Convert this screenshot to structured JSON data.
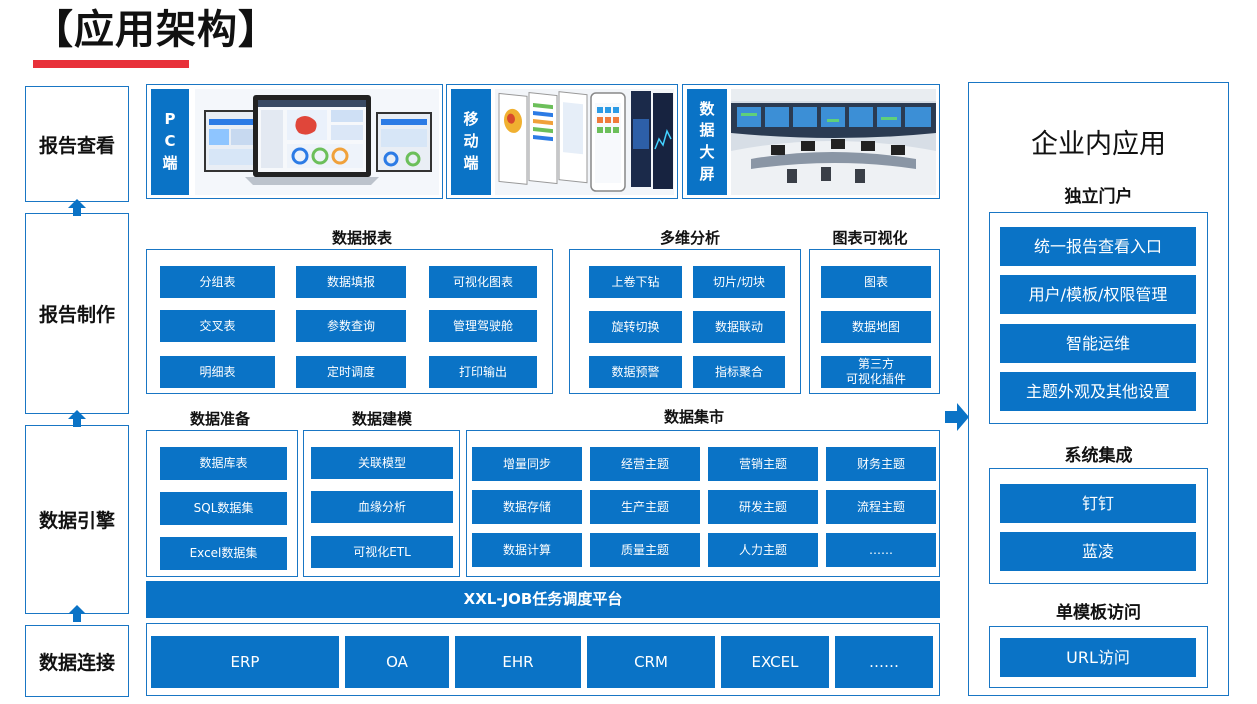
{
  "title": "【应用架构】",
  "layers": [
    "报告查看",
    "报告制作",
    "数据引擎",
    "数据连接"
  ],
  "view": {
    "pc_label": [
      "P",
      "C",
      "端"
    ],
    "mobile_label": [
      "移",
      "动",
      "端"
    ],
    "screen_label": [
      "数",
      "据",
      "大",
      "屏"
    ]
  },
  "report": {
    "tables": {
      "title": "数据报表",
      "items": [
        "分组表",
        "数据填报",
        "可视化图表",
        "交叉表",
        "参数查询",
        "管理驾驶舱",
        "明细表",
        "定时调度",
        "打印输出"
      ]
    },
    "multi": {
      "title": "多维分析",
      "items": [
        "上卷下钻",
        "切片/切块",
        "旋转切换",
        "数据联动",
        "数据预警",
        "指标聚合"
      ]
    },
    "vis": {
      "title": "图表可视化",
      "items": [
        "图表",
        "数据地图",
        "第三方\n可视化插件"
      ]
    }
  },
  "engine": {
    "prep": {
      "title": "数据准备",
      "items": [
        "数据库表",
        "SQL数据集",
        "Excel数据集"
      ]
    },
    "model": {
      "title": "数据建模",
      "items": [
        "关联模型",
        "血缘分析",
        "可视化ETL"
      ]
    },
    "mart": {
      "title": "数据集市",
      "items": [
        "增量同步",
        "经营主题",
        "营销主题",
        "财务主题",
        "数据存储",
        "生产主题",
        "研发主题",
        "流程主题",
        "数据计算",
        "质量主题",
        "人力主题",
        "……"
      ]
    },
    "scheduler": "XXL-JOB任务调度平台"
  },
  "connect": [
    "ERP",
    "OA",
    "EHR",
    "CRM",
    "EXCEL",
    "……"
  ],
  "enterprise": {
    "title": "企业内应用",
    "portal": {
      "title": "独立门户",
      "items": [
        "统一报告查看入口",
        "用户/模板/权限管理",
        "智能运维",
        "主题外观及其他设置"
      ]
    },
    "integration": {
      "title": "系统集成",
      "items": [
        "钉钉",
        "蓝凌"
      ]
    },
    "single": {
      "title": "单模板访问",
      "items": [
        "URL访问"
      ]
    }
  },
  "colors": {
    "accent": "#0a73c6",
    "border": "#1976c4",
    "underline": "#e8313a"
  }
}
